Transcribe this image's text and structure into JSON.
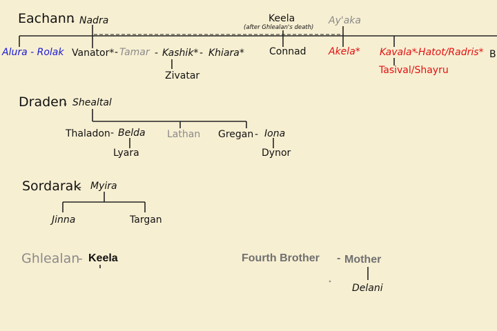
{
  "colors": {
    "background": "#f7efd2",
    "text": "#111111",
    "grey": "#8a8a8a",
    "blue": "#1a1ad6",
    "red": "#e01010",
    "line": "#222222"
  },
  "eachann": {
    "name": "Eachann",
    "dash": "-",
    "wife": "Nadra",
    "keela": "Keela",
    "keela_note": "(after Ghlealan's death)",
    "ayaka": "Ay'aka",
    "alura_rolak": "Alura - Rolak",
    "vanator": "Vanator*",
    "dash2": "-",
    "tamar": "Tamar",
    "dash3": "-",
    "kashik": "Kashik*",
    "dash4": "-",
    "khiara": "Khiara*",
    "zivatar": "Zivatar",
    "connad": "Connad",
    "akela": "Akela*",
    "kavala": "Kavala*",
    "hatot_radris": "-Hatot/Radris*",
    "tasival_shayru": "Tasival/Shayru",
    "cut_name": "B"
  },
  "draden": {
    "name": "Draden",
    "dash": "-",
    "wife": "Shealtal",
    "thaladon": "Thaladon",
    "dash2": "-",
    "belda": "Belda",
    "lyara": "Lyara",
    "lathan": "Lathan",
    "gregan": "Gregan",
    "dash3": "-",
    "iona": "Iona",
    "dynor": "Dynor"
  },
  "sordarak": {
    "name": "Sordarak",
    "dash": "-",
    "wife": "Myira",
    "jinna": "Jinna",
    "targan": "Targan"
  },
  "ghlealan": {
    "name": "Ghlealan",
    "dash": "-",
    "wife": "Keela"
  },
  "fourth": {
    "name": "Fourth Brother",
    "dash": "-",
    "wife": "Mother",
    "delani": "Delani"
  }
}
